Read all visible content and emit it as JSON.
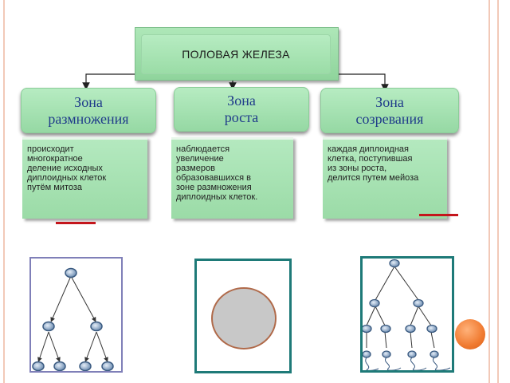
{
  "colors": {
    "green": "#9bdba7",
    "zone_text": "#1f3b8a",
    "red_underline": "#c4161c",
    "frame_blue": "#7f7fb8",
    "frame_teal": "#1e7a78",
    "cell_fill": "#aebfd6",
    "big_cell_fill": "#c8c8c8",
    "big_cell_border": "#b06a4a",
    "orange_accent": "#f07a30"
  },
  "diagram": {
    "title": "ПОЛОВАЯ ЖЕЛЕЗА",
    "zones": [
      {
        "name": "Зона\nразмножения",
        "description": "происходит\nмногократное\nделение исходных\nдиплоидных клеток\nпутём митоза"
      },
      {
        "name": "Зона\nроста",
        "description": "наблюдается\nувеличение\nразмеров\nобразовавшихся в\nзоне размножения\nдиплоидных клеток."
      },
      {
        "name": "Зона\nсозревания",
        "description": "каждая диплоидная\nклетка, поступившая\nиз зоны роста,\nделится путем мейоза"
      }
    ]
  },
  "illustrations": [
    {
      "name": "mitosis-division-tree"
    },
    {
      "name": "growing-cell"
    },
    {
      "name": "meiosis-tree-with-sperm"
    }
  ]
}
